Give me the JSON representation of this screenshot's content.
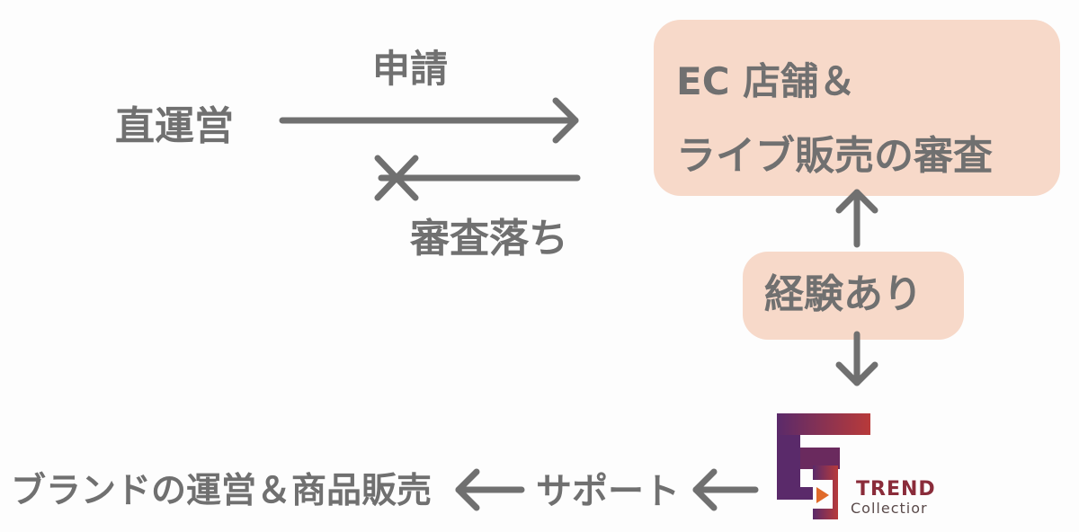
{
  "nodes": {
    "direct_ops": "直運営",
    "apply": "申請",
    "rejected": "審査落ち",
    "review_line1": "EC 店舗＆",
    "review_line2": "ライブ販売の審査",
    "experience": "経験あり",
    "support": "サポート",
    "brand_ops": "ブランドの運営＆商品販売"
  },
  "logo": {
    "name": "TREND",
    "sub": "Collectior"
  },
  "colors": {
    "text": "#707070",
    "box": "#f7d9c9",
    "arrow": "#707070",
    "logo_purple": "#5a2a6a",
    "logo_red": "#b83a3a"
  }
}
